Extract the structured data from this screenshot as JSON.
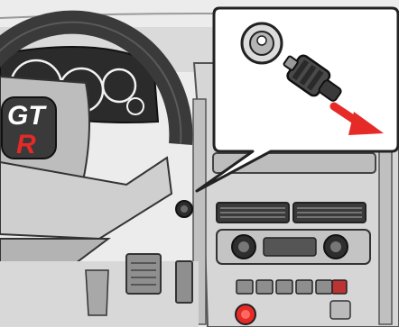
{
  "illustration": {
    "steering_wheel": {
      "badge_line1": "GT",
      "badge_line2": "R"
    },
    "callout": {
      "arrow_color": "#e52a28",
      "icon": "power-outlet-plug-removal"
    },
    "colors": {
      "paper": "#ffffff",
      "bezel": "#e3e3e3",
      "dash": "#c9c9c9",
      "dark": "#2a2a2a",
      "accent_red": "#e52a28"
    }
  }
}
